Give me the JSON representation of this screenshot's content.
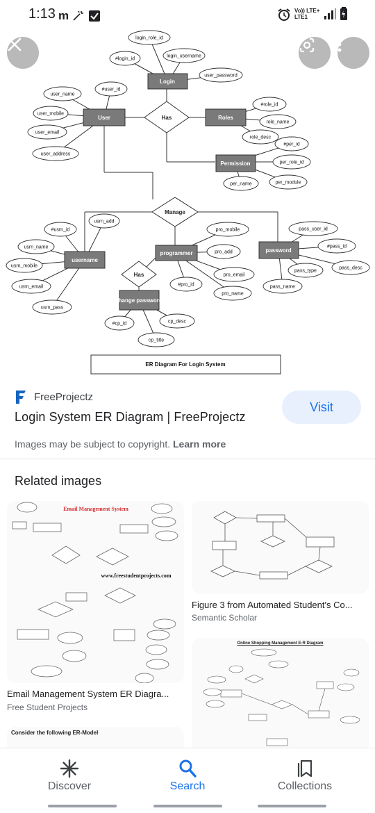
{
  "status_bar": {
    "time": "1:13",
    "network_label_top": "Vo)) LTE+",
    "network_label_bottom": "LTE1"
  },
  "hero": {
    "diagram_caption": "ER Diagram For Login System",
    "entities": [
      "Login",
      "User",
      "Roles",
      "Permission",
      "username",
      "programmer",
      "password",
      "change password"
    ],
    "relationships": [
      "Has",
      "Manage",
      "Has"
    ],
    "attributes": [
      "login_role_id",
      "#login_id",
      "login_username",
      "user_password",
      "user_name",
      "#user_id",
      "user_mobile",
      "user_email",
      "user_address",
      "#role_id",
      "role_name",
      "role_desc",
      "#per_id",
      "per_role_id",
      "per_name",
      "per_module",
      "usrn_add",
      "#usrn_id",
      "usrn_name",
      "usrn_mobile",
      "usrn_email",
      "usrn_pass",
      "pro_mobile",
      "pro_add",
      "pro_email",
      "#pro_id",
      "pro_name",
      "pass_user_id",
      "#pass_id",
      "pass_type",
      "pass_desc",
      "pass_name",
      "#cp_id",
      "cp_desc",
      "cp_title"
    ]
  },
  "source": {
    "name": "FreeProjectz",
    "logo_letter": "F",
    "title": "Login System ER Diagram | FreeProjectz",
    "visit_label": "Visit",
    "copyright_text": "Images may be subject to copyright.",
    "learn_more": "Learn more"
  },
  "related": {
    "heading": "Related images",
    "items": [
      {
        "title": "Email Management System ER Diagra...",
        "source": "Free Student Projects",
        "thumb_title": "Email Management System",
        "thumb_watermark": "www.freestudentprojects.com"
      },
      {
        "title": "Figure 3 from Automated Student's Co...",
        "source": "Semantic Scholar"
      },
      {
        "title": "",
        "source": "",
        "thumb_title": "Consider the following ER-Model"
      },
      {
        "title": "",
        "source": "",
        "thumb_title": "Online Shopping Management E-R Diagram"
      }
    ]
  },
  "bottom_nav": {
    "items": [
      {
        "label": "Discover",
        "icon": "asterisk-icon"
      },
      {
        "label": "Search",
        "icon": "search-icon"
      },
      {
        "label": "Collections",
        "icon": "bookmark-icon"
      }
    ]
  },
  "colors": {
    "accent": "#1a73e8",
    "visit_bg": "#e8f0fe",
    "entity_fill": "#7a7a7a"
  }
}
